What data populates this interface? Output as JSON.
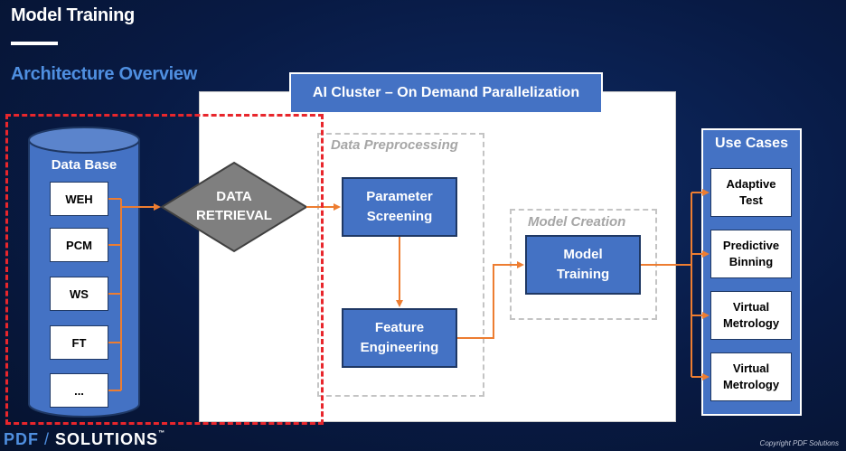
{
  "header": {
    "title": "Model Training",
    "subtitle": "Architecture Overview"
  },
  "cluster": {
    "label": "AI Cluster – On Demand Parallelization"
  },
  "database": {
    "title": "Data Base",
    "items": [
      "WEH",
      "PCM",
      "WS",
      "FT",
      "..."
    ]
  },
  "retrieval": {
    "line1": "DATA",
    "line2": "RETRIEVAL"
  },
  "preprocessing": {
    "label": "Data Preprocessing",
    "parameter_screening": [
      "Parameter",
      "Screening"
    ],
    "feature_engineering": [
      "Feature",
      "Engineering"
    ]
  },
  "model_creation": {
    "label": "Model Creation",
    "model_training": [
      "Model",
      "Training"
    ]
  },
  "use_cases": {
    "title": "Use Cases",
    "items": [
      [
        "Adaptive",
        "Test"
      ],
      [
        "Predictive",
        "Binning"
      ],
      [
        "Virtual",
        "Metrology"
      ],
      [
        "Virtual",
        "Metrology"
      ]
    ]
  },
  "footer": {
    "logo_left": "PDF",
    "logo_slash": "/",
    "logo_right": "SOLUTIONS",
    "trademark": "™",
    "copyright": "Copyright PDF Solutions"
  },
  "colors": {
    "accent_blue": "#4472c4",
    "arrow_orange": "#ed7d31",
    "highlight_red": "#e8262c",
    "diamond_gray": "#7f7f7f"
  }
}
